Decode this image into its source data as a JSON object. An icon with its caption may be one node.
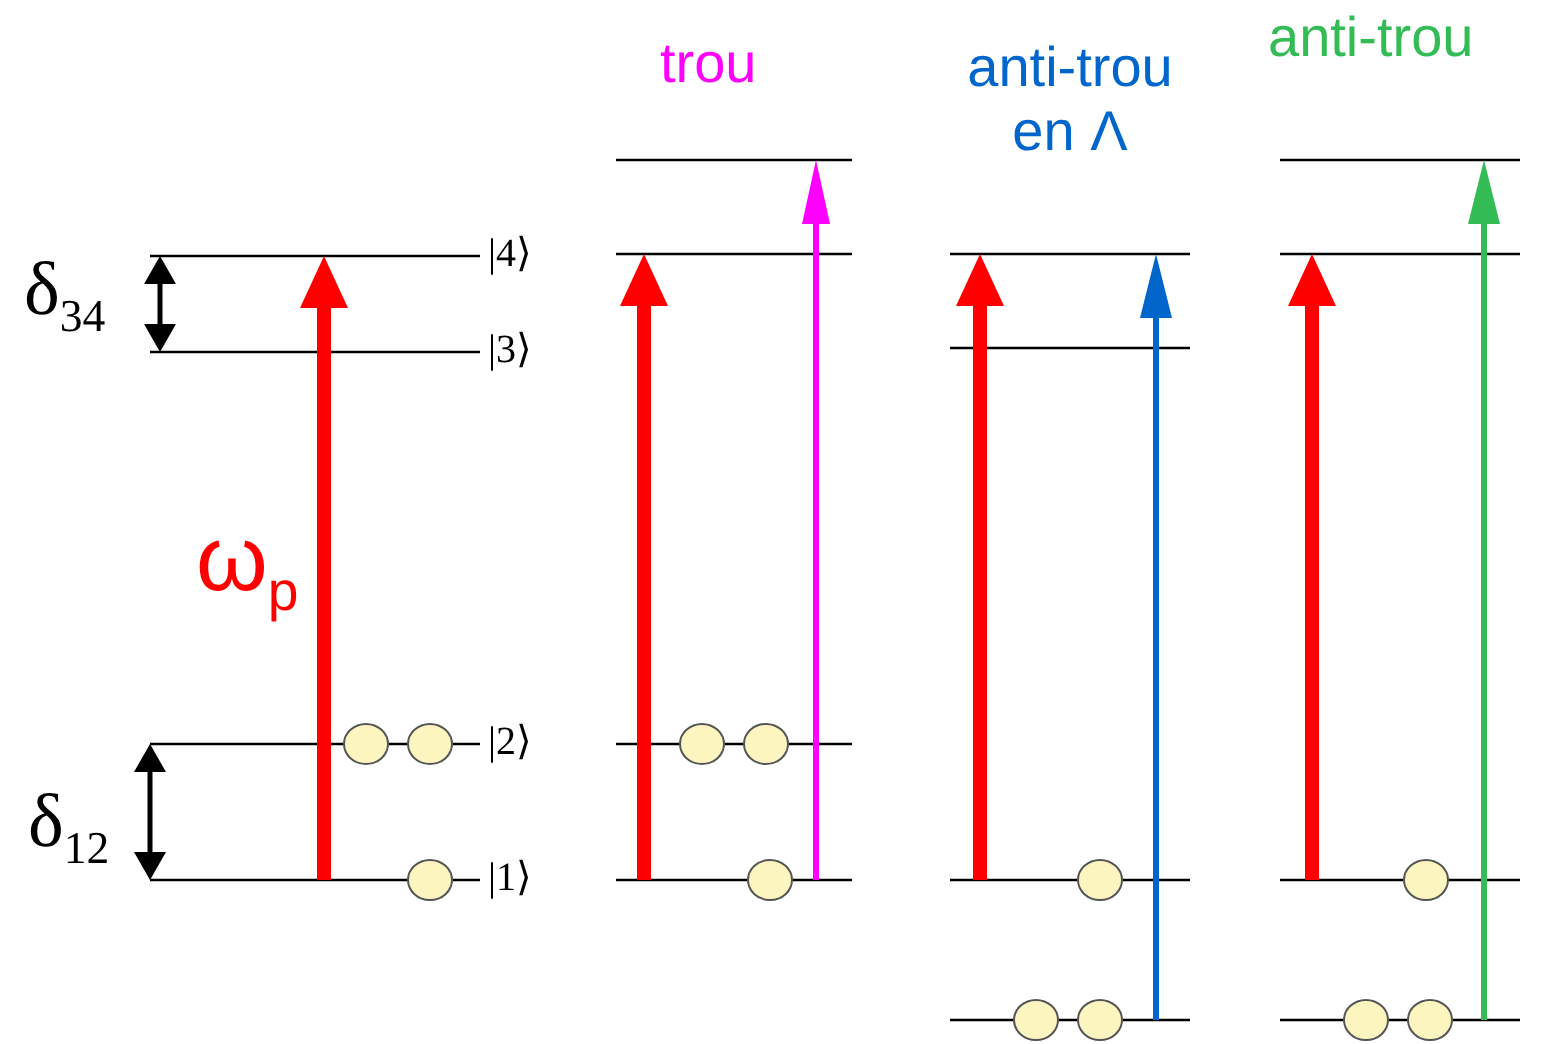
{
  "diagram": {
    "labels": [
      "trou",
      "anti-trou en Λ",
      "anti-trou",
      "δ$_{34}$",
      "|4⟩",
      "|3⟩",
      "ω$_{p}$",
      "|2⟩",
      "δ$_{12}$",
      "|1⟩"
    ]
  }
}
